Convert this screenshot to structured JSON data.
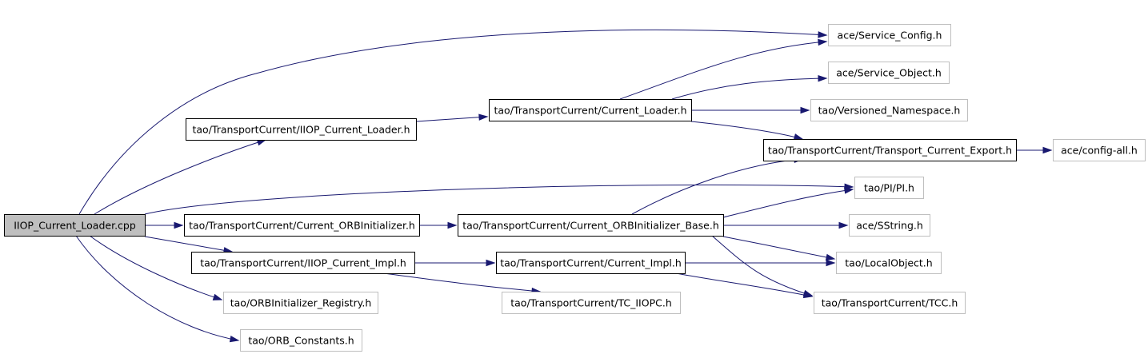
{
  "diagram": {
    "type": "include-dependency-graph",
    "colors": {
      "edge": "#191970",
      "root_fill": "#bfbfbf",
      "external_border": "#bfbfbf",
      "documented_border": "#000000"
    },
    "nodes": [
      {
        "id": "root",
        "label": "IIOP_Current_Loader.cpp",
        "kind": "root"
      },
      {
        "id": "svc_config",
        "label": "ace/Service_Config.h",
        "kind": "external"
      },
      {
        "id": "svc_object",
        "label": "ace/Service_Object.h",
        "kind": "external"
      },
      {
        "id": "versioned_ns",
        "label": "tao/Versioned_Namespace.h",
        "kind": "external"
      },
      {
        "id": "iiop_loader_h",
        "label": "tao/TransportCurrent/IIOP_Current_Loader.h",
        "kind": "documented"
      },
      {
        "id": "current_loader_h",
        "label": "tao/TransportCurrent/Current_Loader.h",
        "kind": "documented"
      },
      {
        "id": "tc_export",
        "label": "tao/TransportCurrent/Transport_Current_Export.h",
        "kind": "documented"
      },
      {
        "id": "config_all",
        "label": "ace/config-all.h",
        "kind": "external"
      },
      {
        "id": "pi",
        "label": "tao/PI/PI.h",
        "kind": "external"
      },
      {
        "id": "orbinit_h",
        "label": "tao/TransportCurrent/Current_ORBInitializer.h",
        "kind": "documented"
      },
      {
        "id": "orbinit_base",
        "label": "tao/TransportCurrent/Current_ORBInitializer_Base.h",
        "kind": "documented"
      },
      {
        "id": "sstring",
        "label": "ace/SString.h",
        "kind": "external"
      },
      {
        "id": "iiop_impl_h",
        "label": "tao/TransportCurrent/IIOP_Current_Impl.h",
        "kind": "documented"
      },
      {
        "id": "current_impl_h",
        "label": "tao/TransportCurrent/Current_Impl.h",
        "kind": "documented"
      },
      {
        "id": "local_object",
        "label": "tao/LocalObject.h",
        "kind": "external"
      },
      {
        "id": "orbinit_registry",
        "label": "tao/ORBInitializer_Registry.h",
        "kind": "external"
      },
      {
        "id": "tc_iiopc",
        "label": "tao/TransportCurrent/TC_IIOPC.h",
        "kind": "external"
      },
      {
        "id": "tcc",
        "label": "tao/TransportCurrent/TCC.h",
        "kind": "external"
      },
      {
        "id": "orb_constants",
        "label": "tao/ORB_Constants.h",
        "kind": "external"
      }
    ],
    "edges": [
      {
        "from": "root",
        "to": "svc_config"
      },
      {
        "from": "root",
        "to": "iiop_loader_h"
      },
      {
        "from": "root",
        "to": "pi"
      },
      {
        "from": "root",
        "to": "orbinit_h"
      },
      {
        "from": "root",
        "to": "iiop_impl_h"
      },
      {
        "from": "root",
        "to": "orbinit_registry"
      },
      {
        "from": "root",
        "to": "orb_constants"
      },
      {
        "from": "iiop_loader_h",
        "to": "current_loader_h"
      },
      {
        "from": "current_loader_h",
        "to": "svc_config"
      },
      {
        "from": "current_loader_h",
        "to": "svc_object"
      },
      {
        "from": "current_loader_h",
        "to": "versioned_ns"
      },
      {
        "from": "current_loader_h",
        "to": "tc_export"
      },
      {
        "from": "tc_export",
        "to": "config_all"
      },
      {
        "from": "orbinit_h",
        "to": "orbinit_base"
      },
      {
        "from": "orbinit_base",
        "to": "tc_export"
      },
      {
        "from": "orbinit_base",
        "to": "pi"
      },
      {
        "from": "orbinit_base",
        "to": "sstring"
      },
      {
        "from": "orbinit_base",
        "to": "local_object"
      },
      {
        "from": "orbinit_base",
        "to": "tcc"
      },
      {
        "from": "iiop_impl_h",
        "to": "current_impl_h"
      },
      {
        "from": "iiop_impl_h",
        "to": "tc_iiopc"
      },
      {
        "from": "current_impl_h",
        "to": "local_object"
      },
      {
        "from": "current_impl_h",
        "to": "tcc"
      }
    ]
  }
}
